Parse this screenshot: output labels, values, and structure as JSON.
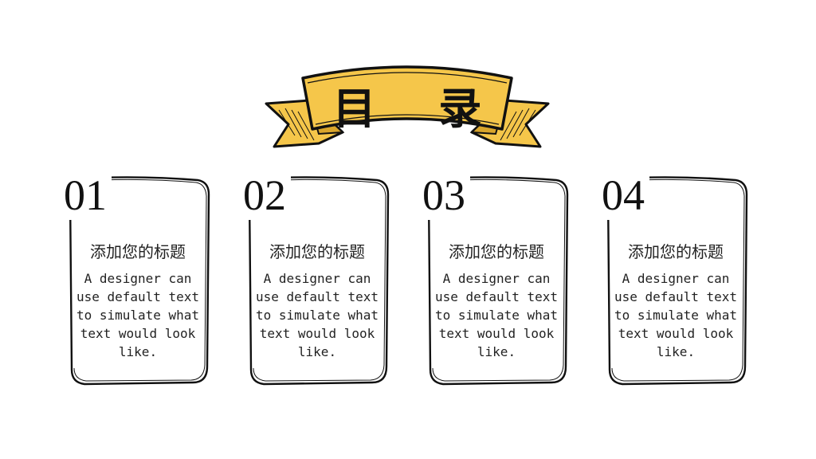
{
  "banner": {
    "title": "目 录",
    "color": "#F5C64A"
  },
  "cards": [
    {
      "number": "01",
      "title": "添加您的标题",
      "text": "A designer can use default text to simulate what text would look like."
    },
    {
      "number": "02",
      "title": "添加您的标题",
      "text": "A designer can use default text to simulate what text would look like."
    },
    {
      "number": "03",
      "title": "添加您的标题",
      "text": "A designer can use default text to simulate what text would look like."
    },
    {
      "number": "04",
      "title": "添加您的标题",
      "text": "A designer can use default text to simulate what text would look like."
    }
  ]
}
